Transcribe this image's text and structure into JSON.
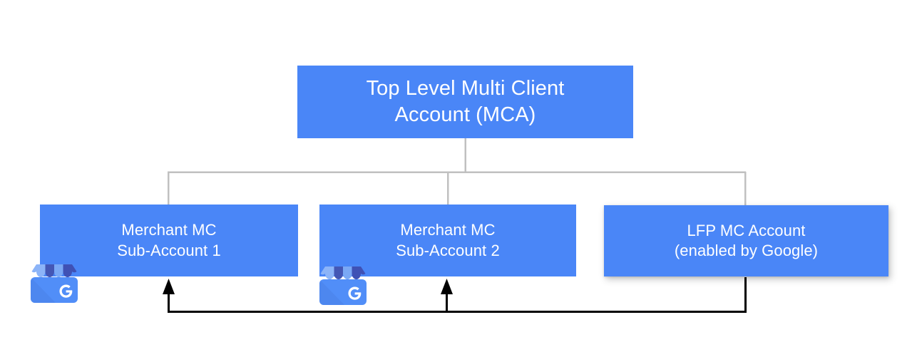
{
  "diagram": {
    "title": "Google Merchant Center account hierarchy with LFP account",
    "background_color": "#ffffff",
    "node_color": "#4a86f7",
    "node_text_color": "#ffffff",
    "tree_connector_color": "#c0c0c0",
    "flow_arrow_color": "#000000",
    "nodes": [
      {
        "id": "top",
        "label": "Top Level Multi Client\nAccount (MCA)",
        "line1": "Top Level Multi Client",
        "line2": "Account (MCA)"
      },
      {
        "id": "sub1",
        "label": "Merchant MC\nSub-Account 1",
        "line1": "Merchant MC",
        "line2": "Sub-Account 1"
      },
      {
        "id": "sub2",
        "label": "Merchant MC\nSub-Account 2",
        "line1": "Merchant MC",
        "line2": "Sub-Account 2"
      },
      {
        "id": "lfp",
        "label": "LFP MC Account\n(enabled by Google)",
        "line1": "LFP MC Account",
        "line2": "(enabled by Google)"
      }
    ],
    "icons": [
      {
        "id": "gbp-1",
        "name": "google-business-profile-icon",
        "attached_to": "sub1"
      },
      {
        "id": "gbp-2",
        "name": "google-business-profile-icon",
        "attached_to": "sub2"
      }
    ],
    "edges": [
      {
        "from": "top",
        "to": "sub1",
        "style": "tree",
        "color": "#c0c0c0"
      },
      {
        "from": "top",
        "to": "sub2",
        "style": "tree",
        "color": "#c0c0c0"
      },
      {
        "from": "top",
        "to": "lfp",
        "style": "tree",
        "color": "#c0c0c0"
      },
      {
        "from": "lfp",
        "to": "sub1",
        "style": "arrow",
        "color": "#000000"
      },
      {
        "from": "lfp",
        "to": "sub2",
        "style": "arrow",
        "color": "#000000"
      }
    ]
  }
}
